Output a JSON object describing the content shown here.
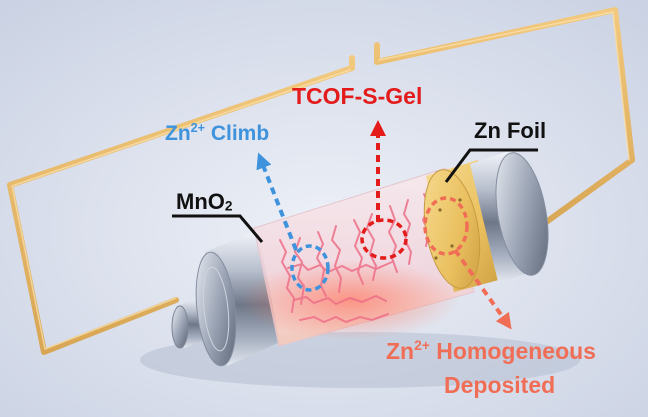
{
  "colors": {
    "background": "#dfe4ef",
    "wire": "#e5b665",
    "zn_climb": "#3f93dd",
    "tcof": "#e31b1b",
    "homogeneous": "#f06e56",
    "label_dark": "#111111",
    "steel": "#9aa3b3",
    "zn_foil": "#f0cf78",
    "gel": "#f5d6dc",
    "dendrite": "#ee6f88"
  },
  "labels": {
    "tcof": {
      "text": "TCOF-S-Gel"
    },
    "zn_climb": {
      "base": "Zn",
      "sup": "2+",
      "rest": " Climb"
    },
    "zn_foil": {
      "text": "Zn Foil"
    },
    "mno2": {
      "base": "MnO",
      "sub": "2"
    },
    "homogeneous": {
      "base": "Zn",
      "sup": "2+",
      "rest": " Homogeneous",
      "line2": "Deposited"
    }
  },
  "components": [
    {
      "id": "mno2-cathode",
      "icon": "steel-cylinder-cap"
    },
    {
      "id": "tcof-s-gel",
      "icon": "gel-electrolyte-with-dendrites"
    },
    {
      "id": "zn-foil-anode",
      "icon": "gold-foil-disc"
    },
    {
      "id": "anode-cap",
      "icon": "steel-cylinder-cap"
    },
    {
      "id": "external-circuit",
      "icon": "wire-loop"
    }
  ]
}
